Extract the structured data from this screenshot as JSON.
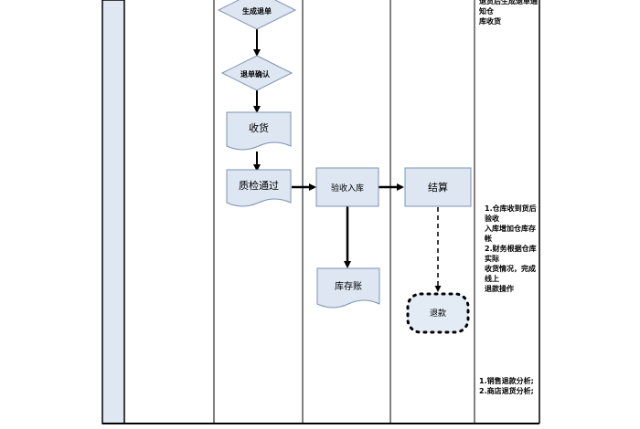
{
  "diagram": {
    "nodes": {
      "generate_return_order": "生成退单",
      "return_confirm": "退单确认",
      "receive_goods": "收货",
      "quality_check_passed": "质检通过",
      "inspect_into_warehouse": "验收入库",
      "stock_ledger": "库存账",
      "settlement": "结算",
      "refund": "退款"
    },
    "notes": {
      "top": "退货后生成退单通知仓\n库收货",
      "middle": "1.仓库收到货后验收\n入库增加仓库存帐\n2.财务根据仓库实际\n收货情况，完成线上\n退款操作",
      "bottom": "1.销售退款分析;\n2.商店退货分析;"
    },
    "colors": {
      "shape_fill": "#dde6f1",
      "shape_stroke": "#7c93b4",
      "left_band": "#dfe7f3",
      "line": "#000000"
    }
  }
}
